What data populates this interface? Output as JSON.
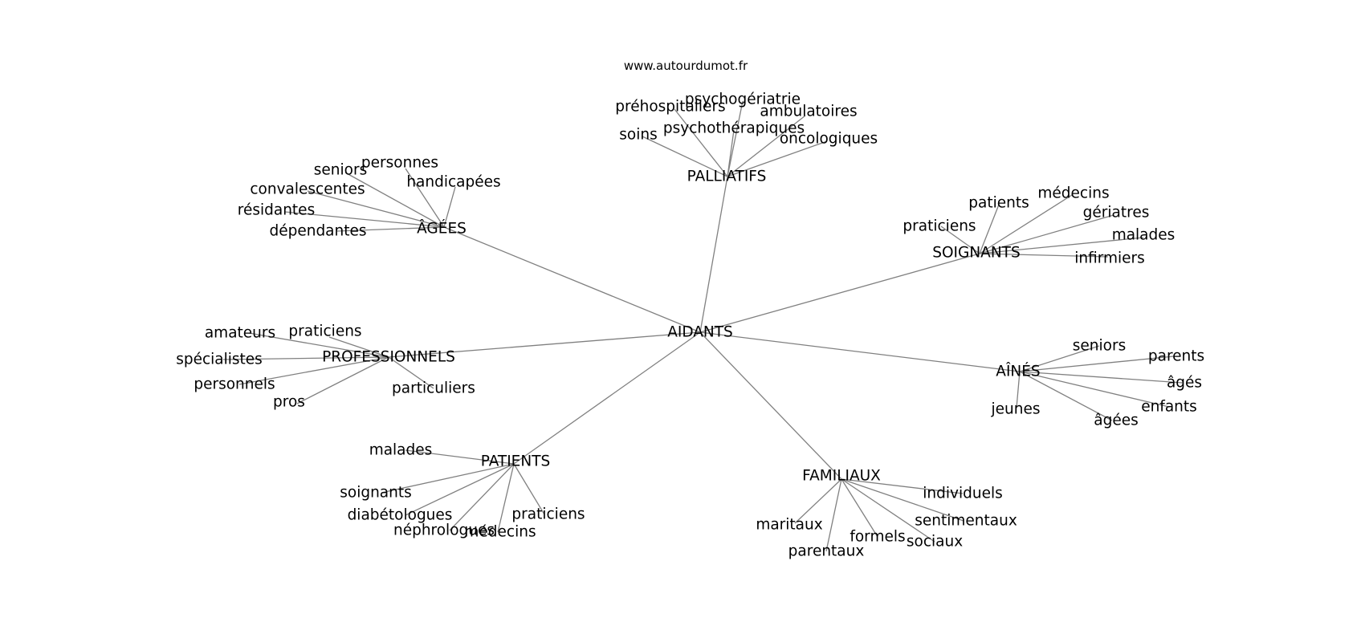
{
  "watermark": "www.autourdumot.fr",
  "center": "AIDANTS",
  "clusters": [
    {
      "name": "PALLIATIFS",
      "words": [
        "préhospitaliers",
        "psychogériatrie",
        "ambulatoires",
        "soins",
        "psychothérapiques",
        "oncologiques"
      ]
    },
    {
      "name": "ÂGÉES",
      "words": [
        "seniors",
        "personnes",
        "handicapées",
        "convalescentes",
        "résidantes",
        "dépendantes"
      ]
    },
    {
      "name": "SOIGNANTS",
      "words": [
        "patients",
        "médecins",
        "praticiens",
        "gériatres",
        "malades",
        "infirmiers"
      ]
    },
    {
      "name": "PROFESSIONNELS",
      "words": [
        "amateurs",
        "praticiens",
        "spécialistes",
        "personnels",
        "pros",
        "particuliers"
      ]
    },
    {
      "name": "AÎNÉS",
      "words": [
        "seniors",
        "parents",
        "âgés",
        "jeunes",
        "enfants",
        "âgées"
      ]
    },
    {
      "name": "PATIENTS",
      "words": [
        "malades",
        "soignants",
        "diabétologues",
        "praticiens",
        "néphrologues",
        "médecins"
      ]
    },
    {
      "name": "FAMILIAUX",
      "words": [
        "individuels",
        "sentimentaux",
        "maritaux",
        "formels",
        "sociaux",
        "parentaux"
      ]
    }
  ],
  "colors": {
    "edge": "#808080",
    "text": "#000000",
    "background": "#ffffff"
  }
}
